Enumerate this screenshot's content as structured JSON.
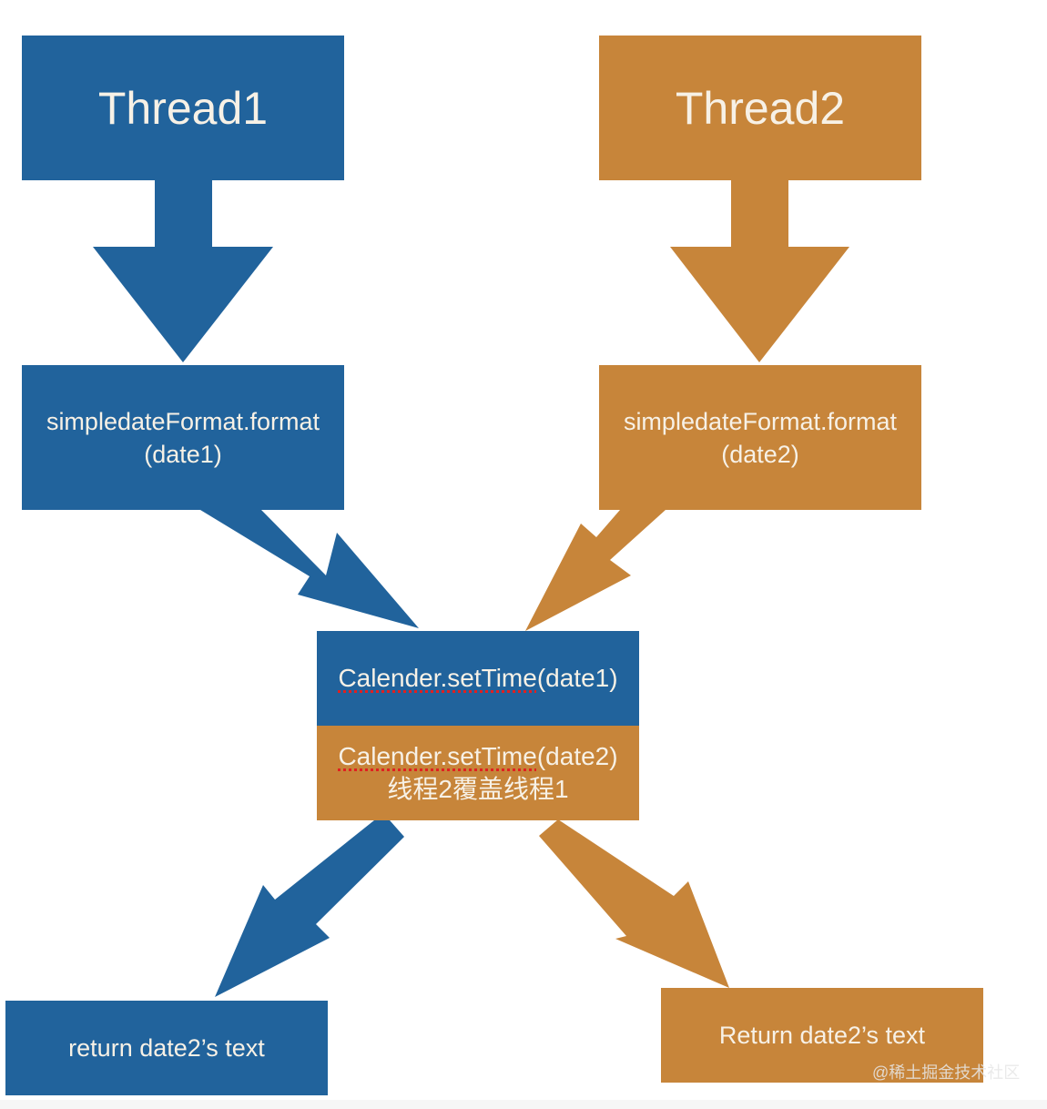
{
  "colors": {
    "thread1": "#21639c",
    "thread2": "#c7853a",
    "text": "#f7f1e6",
    "spellcheck": "#e02020"
  },
  "thread1": {
    "title": "Thread1",
    "format_call_line1": "simpledateFormat.format",
    "format_call_line2": "(date1)",
    "result": "return date2’s text"
  },
  "thread2": {
    "title": "Thread2",
    "format_call_line1": "simpledateFormat.format",
    "format_call_line2": "(date2)",
    "result": "Return date2’s text"
  },
  "shared": {
    "set_time1_method": "Calender.setTime",
    "set_time1_arg": "(date1)",
    "set_time2_method": "Calender.setTime",
    "set_time2_arg": "(date2)",
    "overwrite_note": "线程2覆盖线程1"
  },
  "watermark": "@稀土掘金技术社区"
}
